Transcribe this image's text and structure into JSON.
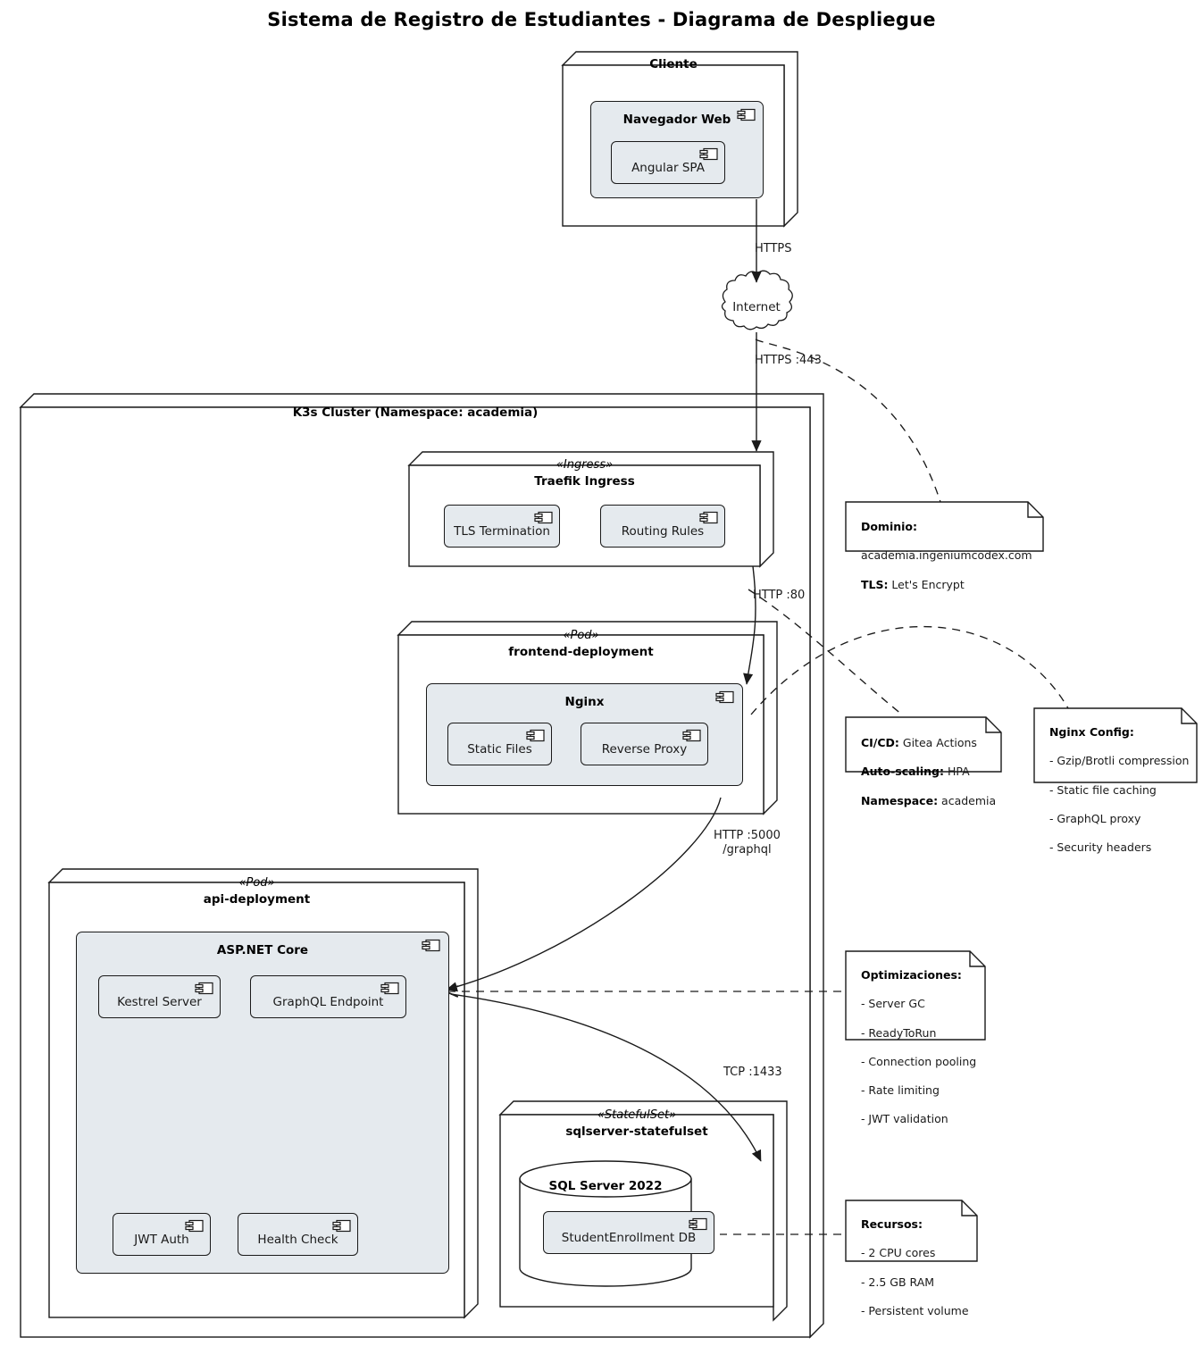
{
  "title": "Sistema de Registro de Estudiantes - Diagrama de Despliegue",
  "colors": {
    "component_fill": "#e5eaee",
    "node_fill": "#ffffff",
    "stroke": "#1a1a1a",
    "note_fill": "#ffffff"
  },
  "nodes": {
    "cliente": {
      "title": "Cliente",
      "stereotype": "",
      "components": {
        "navegador": {
          "title": "Navegador Web",
          "icon": "component-icon",
          "children": [
            {
              "label": "Angular SPA",
              "icon": "component-icon"
            }
          ]
        }
      }
    },
    "cluster": {
      "title": "K3s Cluster (Namespace: academia)",
      "stereotype": ""
    },
    "ingress": {
      "stereotype": "«Ingress»",
      "title": "Traefik Ingress",
      "children": [
        {
          "label": "TLS Termination",
          "icon": "component-icon"
        },
        {
          "label": "Routing Rules",
          "icon": "component-icon"
        }
      ]
    },
    "frontend": {
      "stereotype": "«Pod»",
      "title": "frontend-deployment",
      "component": {
        "title": "Nginx",
        "icon": "component-icon",
        "children": [
          {
            "label": "Static Files",
            "icon": "component-icon"
          },
          {
            "label": "Reverse Proxy",
            "icon": "component-icon"
          }
        ]
      }
    },
    "api": {
      "stereotype": "«Pod»",
      "title": "api-deployment",
      "component": {
        "title": "ASP.NET Core",
        "icon": "component-icon",
        "children": [
          {
            "label": "Kestrel Server",
            "icon": "component-icon"
          },
          {
            "label": "GraphQL Endpoint",
            "icon": "component-icon"
          },
          {
            "label": "JWT Auth",
            "icon": "component-icon"
          },
          {
            "label": "Health Check",
            "icon": "component-icon"
          }
        ]
      }
    },
    "sqlserver": {
      "stereotype": "«StatefulSet»",
      "title": "sqlserver-statefulset",
      "database": {
        "title": "SQL Server 2022",
        "children": [
          {
            "label": "StudentEnrollment DB",
            "icon": "component-icon"
          }
        ]
      }
    }
  },
  "cloud": {
    "label": "Internet",
    "icon": "cloud-icon"
  },
  "edges": [
    {
      "id": "browser-internet",
      "label": "HTTPS",
      "style": "solid"
    },
    {
      "id": "internet-ingress",
      "label": "HTTPS :443",
      "style": "solid"
    },
    {
      "id": "ingress-nginx",
      "label": "HTTP :80",
      "style": "solid"
    },
    {
      "id": "nginx-api",
      "label": "HTTP :5000\n/graphql",
      "style": "solid"
    },
    {
      "id": "api-sqlserver",
      "label": "TCP :1433",
      "style": "solid"
    }
  ],
  "notes": [
    {
      "id": "note-dominio",
      "lines": [
        {
          "bold": "Dominio:",
          "text": ""
        },
        {
          "bold": "",
          "text": "academia.ingeniumcodex.com"
        },
        {
          "bold": "TLS:",
          "text": " Let's Encrypt"
        }
      ]
    },
    {
      "id": "note-cicd",
      "lines": [
        {
          "bold": "CI/CD:",
          "text": " Gitea Actions"
        },
        {
          "bold": "Auto-scaling:",
          "text": " HPA"
        },
        {
          "bold": "Namespace:",
          "text": " academia"
        }
      ]
    },
    {
      "id": "note-nginx-config",
      "lines": [
        {
          "bold": "Nginx Config:",
          "text": ""
        },
        {
          "bold": "",
          "text": "- Gzip/Brotli compression"
        },
        {
          "bold": "",
          "text": "- Static file caching"
        },
        {
          "bold": "",
          "text": "- GraphQL proxy"
        },
        {
          "bold": "",
          "text": "- Security headers"
        }
      ]
    },
    {
      "id": "note-optimizaciones",
      "lines": [
        {
          "bold": "Optimizaciones:",
          "text": ""
        },
        {
          "bold": "",
          "text": "- Server GC"
        },
        {
          "bold": "",
          "text": "- ReadyToRun"
        },
        {
          "bold": "",
          "text": "- Connection pooling"
        },
        {
          "bold": "",
          "text": "- Rate limiting"
        },
        {
          "bold": "",
          "text": "- JWT validation"
        }
      ]
    },
    {
      "id": "note-recursos",
      "lines": [
        {
          "bold": "Recursos:",
          "text": ""
        },
        {
          "bold": "",
          "text": "- 2 CPU cores"
        },
        {
          "bold": "",
          "text": "- 2.5 GB RAM"
        },
        {
          "bold": "",
          "text": "- Persistent volume"
        }
      ]
    }
  ]
}
